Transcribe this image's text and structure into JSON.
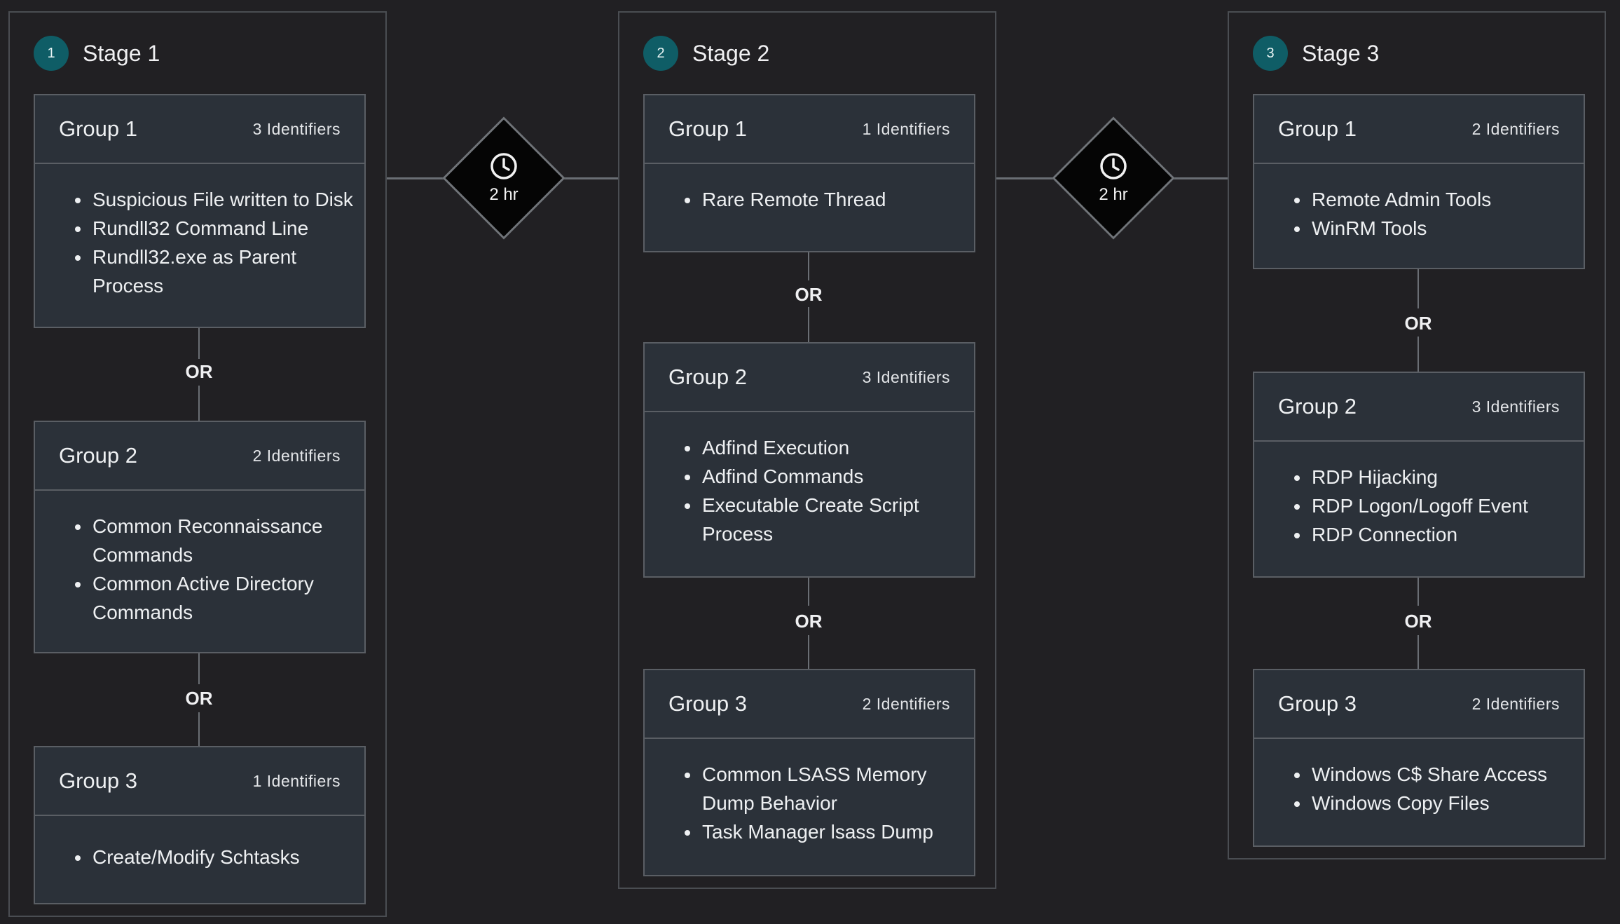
{
  "connector_label": "OR",
  "timers": [
    {
      "label": "2 hr"
    },
    {
      "label": "2 hr"
    }
  ],
  "stages": [
    {
      "number": "1",
      "title": "Stage 1",
      "groups": [
        {
          "title": "Group 1",
          "count": "3 Identifiers",
          "items": [
            "Suspicious File written to Disk",
            "Rundll32 Command Line",
            "Rundll32.exe as Parent Process"
          ]
        },
        {
          "title": "Group 2",
          "count": "2 Identifiers",
          "items": [
            "Common Reconnaissance Commands",
            "Common Active Directory Commands"
          ]
        },
        {
          "title": "Group 3",
          "count": "1 Identifiers",
          "items": [
            "Create/Modify Schtasks"
          ]
        }
      ]
    },
    {
      "number": "2",
      "title": "Stage 2",
      "groups": [
        {
          "title": "Group 1",
          "count": "1 Identifiers",
          "items": [
            "Rare Remote Thread"
          ]
        },
        {
          "title": "Group 2",
          "count": "3 Identifiers",
          "items": [
            "Adfind Execution",
            "Adfind Commands",
            "Executable Create Script Process"
          ]
        },
        {
          "title": "Group 3",
          "count": "2 Identifiers",
          "items": [
            "Common LSASS Memory Dump Behavior",
            "Task Manager lsass Dump"
          ]
        }
      ]
    },
    {
      "number": "3",
      "title": "Stage 3",
      "groups": [
        {
          "title": "Group 1",
          "count": "2 Identifiers",
          "items": [
            "Remote Admin Tools",
            "WinRM Tools"
          ]
        },
        {
          "title": "Group 2",
          "count": "3 Identifiers",
          "items": [
            "RDP Hijacking",
            "RDP Logon/Logoff Event",
            "RDP Connection"
          ]
        },
        {
          "title": "Group 3",
          "count": "2 Identifiers",
          "items": [
            "Windows C$ Share Access",
            "Windows Copy Files"
          ]
        }
      ]
    }
  ]
}
